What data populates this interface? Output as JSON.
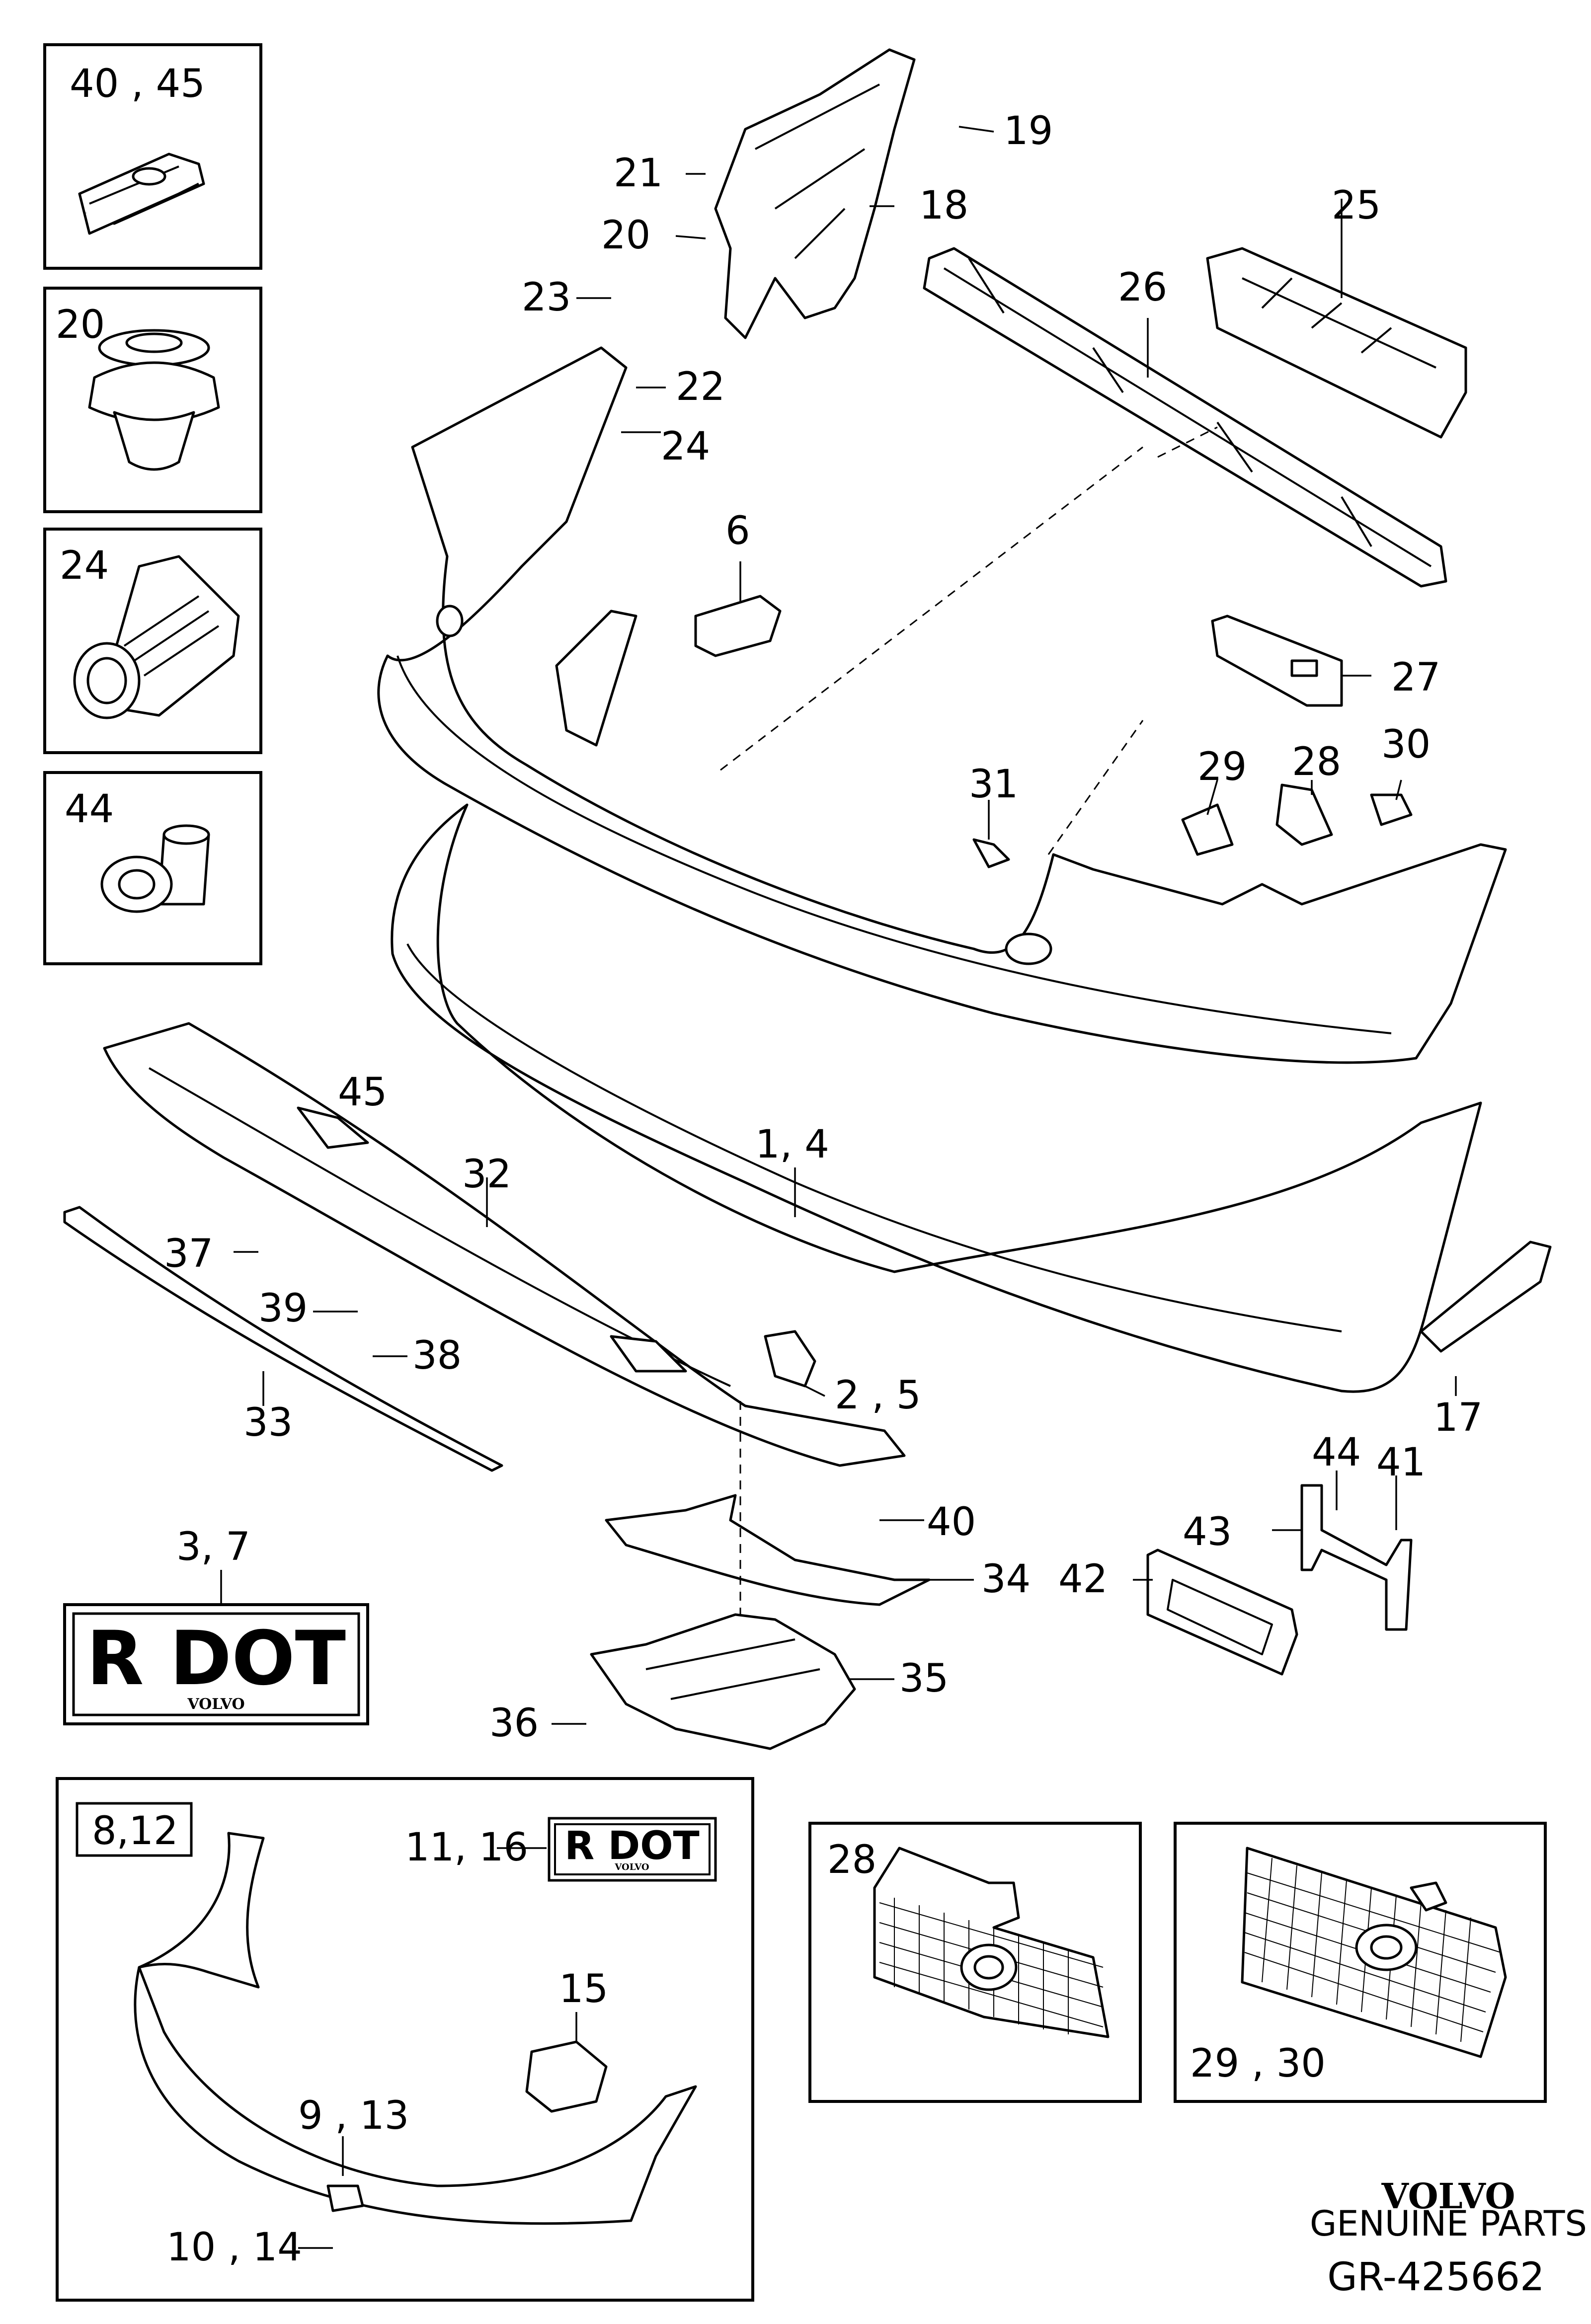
{
  "callouts": {
    "c19": "19",
    "c21": "21",
    "c18": "18",
    "c20": "20",
    "c23": "23",
    "c22": "22",
    "c24": "24",
    "c25": "25",
    "c26": "26",
    "c6": "6",
    "c27": "27",
    "c29": "29",
    "c28": "28",
    "c30": "30",
    "c31": "31",
    "c45": "45",
    "c32": "32",
    "c1_4": "1, 4",
    "c37": "37",
    "c39": "39",
    "c38": "38",
    "c33": "33",
    "c2_5": "2 , 5",
    "c17": "17",
    "c3_7": "3, 7",
    "c44": "44",
    "c41": "41",
    "c40": "40",
    "c43": "43",
    "c34": "34",
    "c42": "42",
    "c35": "35",
    "c36": "36"
  },
  "insets": {
    "box_40_45": "40 , 45",
    "box_20": "20",
    "box_24": "24",
    "box_44": "44"
  },
  "rdot_plate": {
    "text": "R DOT",
    "sub": "VOLVO"
  },
  "variant_box": {
    "tag": "8,12",
    "c11_16": "11, 16",
    "rdot_text": "R DOT",
    "rdot_sub": "VOLVO",
    "c15": "15",
    "c9_13": "9 , 13",
    "c10_14": "10 , 14"
  },
  "detail_28": {
    "label": "28"
  },
  "detail_29_30": {
    "label": "29 , 30"
  },
  "footer": {
    "brand": "VOLVO",
    "tagline": "GENUINE PARTS",
    "ref": "GR-425662"
  }
}
